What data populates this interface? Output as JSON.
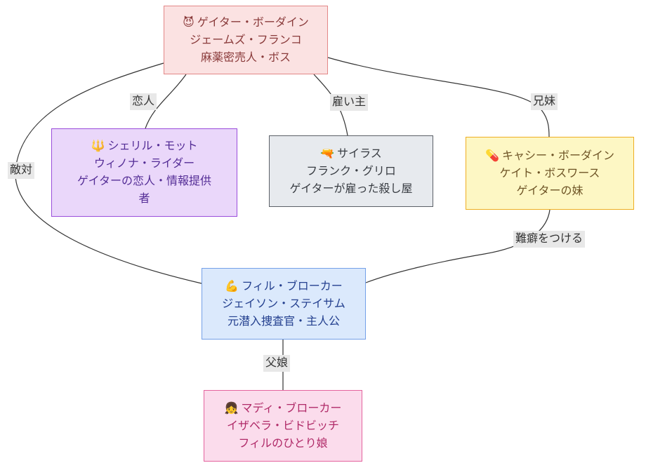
{
  "diagram": {
    "title": "character-relationship-diagram",
    "background_color": "#ffffff",
    "edge_color": "#333333",
    "edge_label_bg": "#e8e8e8",
    "edge_label_text": "#333333"
  },
  "nodes": [
    {
      "id": "gator",
      "icon": "😈",
      "icon_name": "devil-icon",
      "name": "ゲイター・ボーダイン",
      "actor": "ジェームズ・フランコ",
      "role": "麻薬密売人・ボス",
      "colors": {
        "fill": "#fbe2e2",
        "stroke": "#e38787",
        "text": "#8a3b3b"
      }
    },
    {
      "id": "cheryl",
      "icon": "🔱",
      "icon_name": "trident-icon",
      "name": "シェリル・モット",
      "actor": "ウィノナ・ライダー",
      "role": "ゲイターの恋人・情報提供者",
      "colors": {
        "fill": "#ead7fa",
        "stroke": "#9a4ddb",
        "text": "#542d96"
      }
    },
    {
      "id": "cyrus",
      "icon": "🔫",
      "icon_name": "pistol-icon",
      "name": "サイラス",
      "actor": "フランク・グリロ",
      "role": "ゲイターが雇った殺し屋",
      "colors": {
        "fill": "#e7eaee",
        "stroke": "#5b6067",
        "text": "#383c42"
      }
    },
    {
      "id": "cassie",
      "icon": "💊",
      "icon_name": "pill-icon",
      "name": "キャシー・ボーダイン",
      "actor": "ケイト・ボスワース",
      "role": "ゲイターの妹",
      "colors": {
        "fill": "#fdf7c4",
        "stroke": "#eeae22",
        "text": "#6e5426"
      }
    },
    {
      "id": "phil",
      "icon": "💪",
      "icon_name": "muscle-icon",
      "name": "フィル・ブローカー",
      "actor": "ジェイソン・ステイサム",
      "role": "元潜入捜査官・主人公",
      "colors": {
        "fill": "#dbe9fc",
        "stroke": "#74a0e8",
        "text": "#24408f"
      }
    },
    {
      "id": "maddy",
      "icon": "👧",
      "icon_name": "girl-icon",
      "name": "マディ・ブローカー",
      "actor": "イザベラ・ビドビッチ",
      "role": "フィルのひとり娘",
      "colors": {
        "fill": "#fbdcec",
        "stroke": "#e4639e",
        "text": "#b02a68"
      }
    }
  ],
  "edges": [
    {
      "label": "恋人",
      "from": "gator",
      "to": "cheryl"
    },
    {
      "label": "雇い主",
      "from": "gator",
      "to": "cyrus"
    },
    {
      "label": "兄妹",
      "from": "gator",
      "to": "cassie"
    },
    {
      "label": "敵対",
      "from": "gator",
      "to": "phil"
    },
    {
      "label": "難癖をつける",
      "from": "cassie",
      "to": "phil"
    },
    {
      "label": "父娘",
      "from": "phil",
      "to": "maddy"
    }
  ]
}
